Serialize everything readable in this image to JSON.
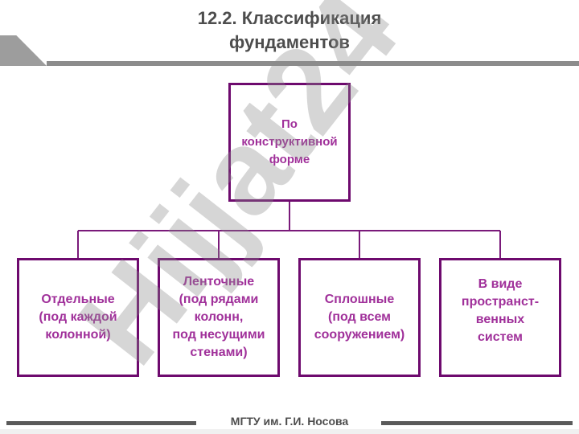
{
  "title": {
    "line1": "12.2. Классификация",
    "line2": "фундаментов"
  },
  "diagram": {
    "root": {
      "lines": [
        "По",
        "конструктивной",
        "форме"
      ]
    },
    "children": [
      {
        "lines": [
          "Отдельные",
          "(под каждой",
          "колонной)"
        ]
      },
      {
        "lines": [
          "Ленточные",
          "(под рядами",
          "колонн,",
          "под несущими",
          "стенами)"
        ]
      },
      {
        "lines": [
          "Сплошные",
          "(под всем",
          "сооружением)"
        ]
      },
      {
        "lines": [
          "В виде",
          "пространст-",
          "венных",
          "систем"
        ]
      }
    ]
  },
  "watermark": "Hijjat24",
  "footer": {
    "text": "МГТУ им. Г.И. Носова"
  },
  "colors": {
    "box_border": "#6e0a6e",
    "box_text": "#a0309a",
    "title": "#4d4d4d",
    "watermark": "#b3b3b3"
  }
}
